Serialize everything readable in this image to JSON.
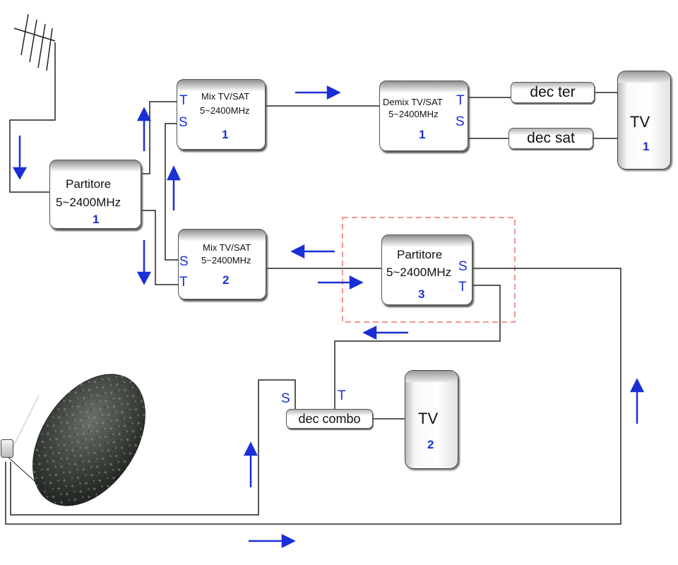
{
  "splitter1": {
    "name": "Partitore",
    "freq": "5~2400MHz",
    "num": "1"
  },
  "mix1": {
    "name": "Mix TV/SAT",
    "freq": "5~2400MHz",
    "num": "1",
    "port_top": "T",
    "port_bottom": "S"
  },
  "mix2": {
    "name": "Mix TV/SAT",
    "freq": "5~2400MHz",
    "num": "2",
    "port_top": "S",
    "port_bottom": "T"
  },
  "demix1": {
    "name": "Demix TV/SAT",
    "freq": "5~2400MHz",
    "num": "1",
    "port_top": "T",
    "port_bottom": "S"
  },
  "splitter3": {
    "name": "Partitore",
    "freq": "5~2400MHz",
    "num": "3",
    "port_top": "S",
    "port_bottom": "T"
  },
  "dec_ter": {
    "label": "dec ter"
  },
  "dec_sat": {
    "label": "dec sat"
  },
  "dec_combo": {
    "label": "dec combo",
    "port_s": "S",
    "port_t": "T"
  },
  "tv1": {
    "label": "TV",
    "num": "1"
  },
  "tv2": {
    "label": "TV",
    "num": "2"
  },
  "colors": {
    "arrow": "#1a2fd6",
    "wire": "#222222",
    "highlight": "#f07070"
  }
}
